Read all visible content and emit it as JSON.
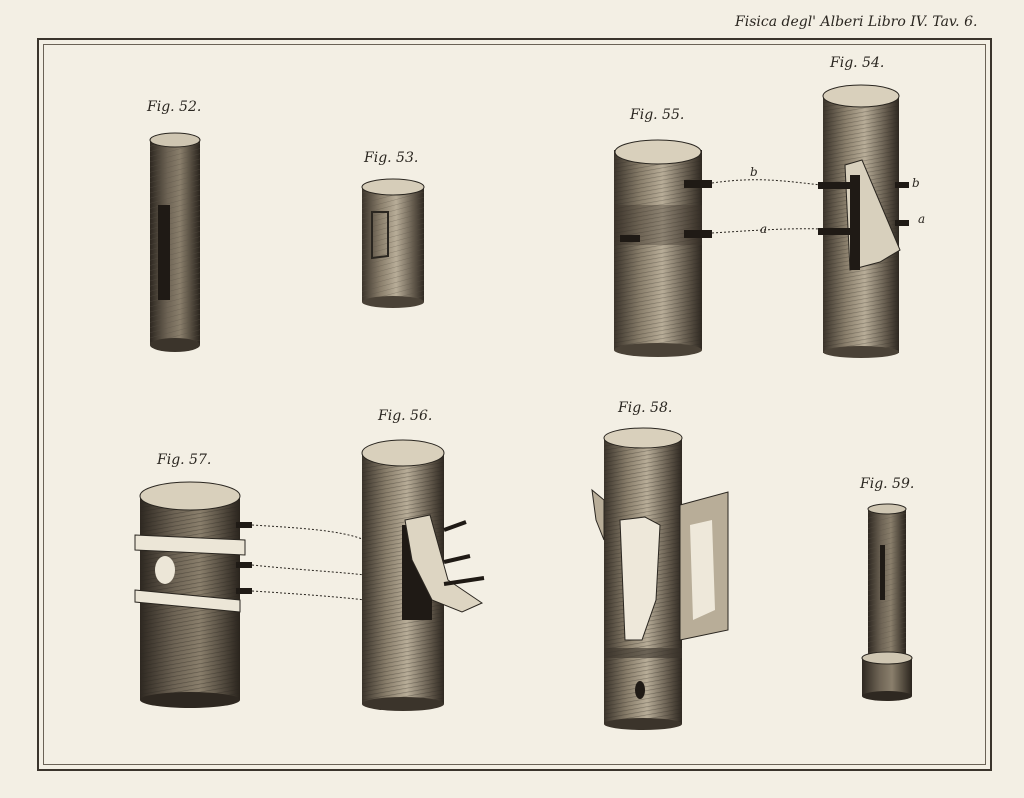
{
  "header": {
    "title": "Fisica degl' Alberi Libro IV. Tav. 6."
  },
  "figures": [
    {
      "id": "52",
      "label": "Fig. 52."
    },
    {
      "id": "53",
      "label": "Fig. 53."
    },
    {
      "id": "55",
      "label": "Fig. 55."
    },
    {
      "id": "54",
      "label": "Fig. 54."
    },
    {
      "id": "57",
      "label": "Fig. 57."
    },
    {
      "id": "56",
      "label": "Fig. 56."
    },
    {
      "id": "58",
      "label": "Fig. 58."
    },
    {
      "id": "59",
      "label": "Fig. 59."
    }
  ],
  "letters": {
    "b1": "b",
    "a1": "a",
    "b2": "b",
    "a2": "a"
  },
  "colors": {
    "paper": "#f3efe4",
    "ink": "#2a2620",
    "bark_dark": "#3b342b",
    "bark_mid": "#6e6455",
    "bark_light": "#b8ad98"
  }
}
